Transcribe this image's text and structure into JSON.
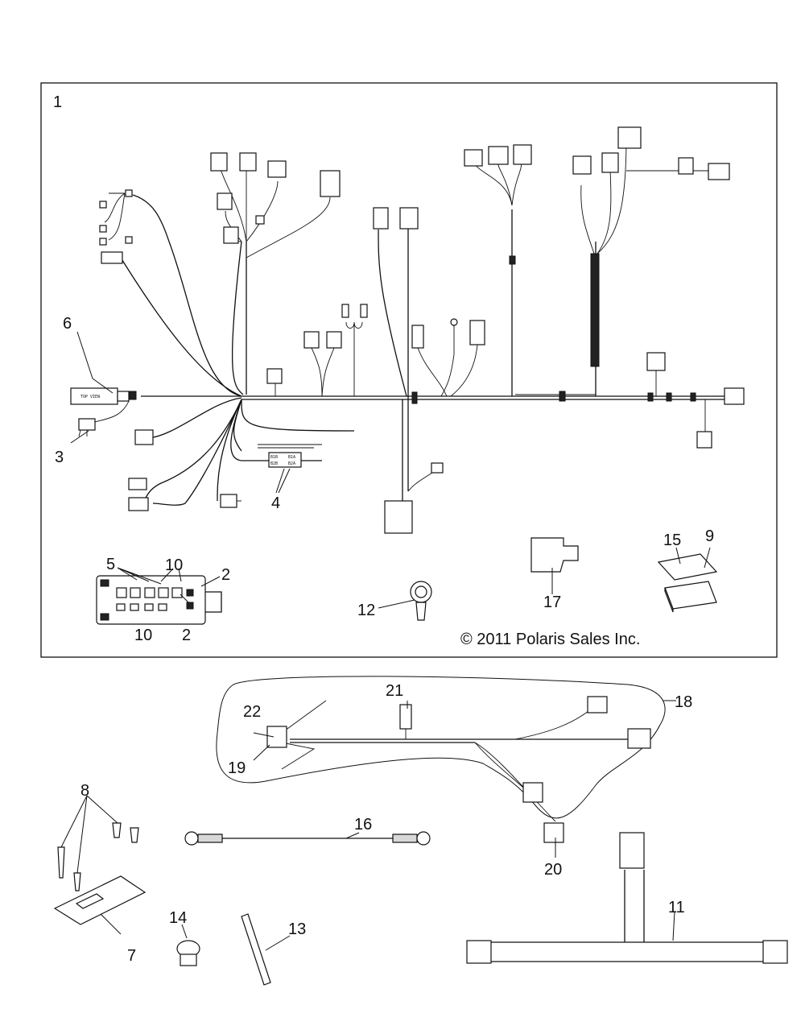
{
  "diagram": {
    "copyright": "© 2011 Polaris Sales Inc.",
    "callouts": {
      "c1": "1",
      "c2a": "2",
      "c2b": "2",
      "c3": "3",
      "c4": "4",
      "c5": "5",
      "c6": "6",
      "c7": "7",
      "c8": "8",
      "c9": "9",
      "c10a": "10",
      "c10b": "10",
      "c11": "11",
      "c12": "12",
      "c13": "13",
      "c14": "14",
      "c15": "15",
      "c16": "16",
      "c17": "17",
      "c18": "18",
      "c19": "19",
      "c20": "20",
      "c21": "21",
      "c22": "22"
    },
    "labels": {
      "module_tag": "TOP VIEW",
      "fuse_b1b": "B1B",
      "fuse_b1a": "B1A",
      "fuse_b2b": "B2B",
      "fuse_b2a": "B2A"
    }
  },
  "colors": {
    "line": "#111111",
    "background": "#ffffff",
    "shade": "#d8d8d8"
  }
}
